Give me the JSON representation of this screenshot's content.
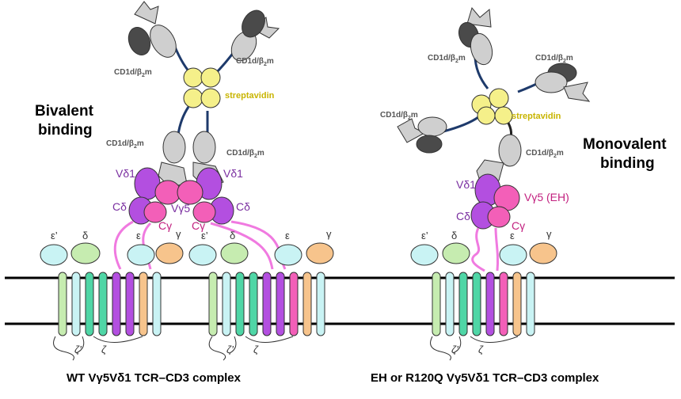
{
  "labels": {
    "bivalent": [
      "Bivalent",
      "binding"
    ],
    "monovalent": [
      "Monovalent",
      "binding"
    ],
    "cd1d": "CD1d/β",
    "cd1d_sub": "2",
    "cd1d_tail": "m",
    "streptavidin": "streptavidin",
    "vd1": "Vδ1",
    "cd": "Cδ",
    "vg5": "Vγ5",
    "vg5_eh": "Vγ5 (EH)",
    "cg": "Cγ",
    "eps_prime": "ε’",
    "delta": "δ",
    "eps": "ε",
    "gamma": "γ",
    "zeta_prime": "ζ’",
    "zeta": "ζ"
  },
  "captions": {
    "left": "WT Vγ5Vδ1 TCR–CD3 complex",
    "right": "EH or R120Q Vγ5Vδ1 TCR–CD3 complex"
  },
  "colors": {
    "cd1d_light": "#cfcfcf",
    "cd1d_dark": "#4a4a4a",
    "streptavidin": "#f5f08a",
    "streptavidin_text": "#c8b400",
    "delta_chain": "#b34fe0",
    "gamma_chain": "#f35fb8",
    "label_purple": "#7a2fa0",
    "label_pink": "#c2207f",
    "cd3_green": "#c6ecb0",
    "cd3_cyan": "#c9f3f4",
    "cd3_teal": "#4fd6a6",
    "cd3_orange": "#f7c48c",
    "membrane": "#000000"
  }
}
